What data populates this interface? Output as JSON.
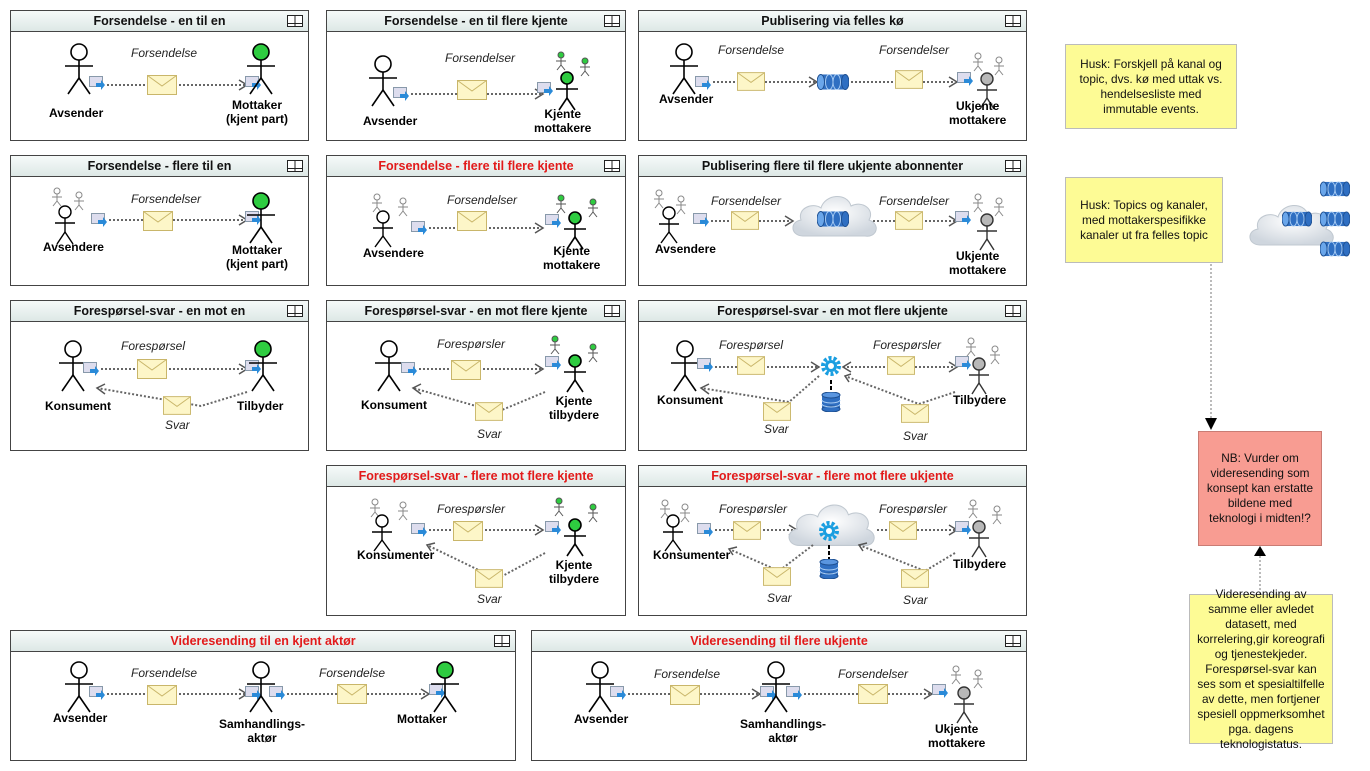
{
  "panels": [
    {
      "title": "Forsendelse - en til en",
      "labels": {
        "left": "Avsender",
        "right": "Mottaker\n(kjent part)"
      },
      "msg": "Forsendelse"
    },
    {
      "title": "Forsendelse - en til flere kjente",
      "labels": {
        "left": "Avsender",
        "right": "Kjente\nmottakere"
      },
      "msg": "Forsendelser"
    },
    {
      "title": "Publisering via felles kø",
      "labels": {
        "left": "Avsender",
        "right": "Ukjente\nmottakere"
      },
      "msg1": "Forsendelse",
      "msg2": "Forsendelser"
    },
    {
      "title": "Forsendelse - flere til en",
      "labels": {
        "left": "Avsendere",
        "right": "Mottaker\n(kjent part)"
      },
      "msg": "Forsendelser"
    },
    {
      "title": "Forsendelse - flere til flere kjente",
      "labels": {
        "left": "Avsendere",
        "right": "Kjente\nmottakere"
      },
      "msg": "Forsendelser"
    },
    {
      "title": "Publisering flere til flere ukjente abonnenter",
      "labels": {
        "left": "Avsendere",
        "right": "Ukjente\nmottakere"
      },
      "msg1": "Forsendelser",
      "msg2": "Forsendelser"
    },
    {
      "title": "Forespørsel-svar - en mot en",
      "labels": {
        "left": "Konsument",
        "right": "Tilbyder"
      },
      "req": "Forespørsel",
      "resp": "Svar"
    },
    {
      "title": "Forespørsel-svar - en mot flere kjente",
      "labels": {
        "left": "Konsument",
        "right": "Kjente\ntilbydere"
      },
      "req": "Forespørsler",
      "resp": "Svar"
    },
    {
      "title": "Forespørsel-svar - en mot flere ukjente",
      "labels": {
        "left": "Konsument",
        "right": "Tilbydere"
      },
      "req1": "Forespørsel",
      "req2": "Forespørsler",
      "resp1": "Svar",
      "resp2": "Svar"
    },
    {
      "title": "Forespørsel-svar - flere mot flere kjente",
      "labels": {
        "left": "Konsumenter",
        "right": "Kjente\ntilbydere"
      },
      "req": "Forespørsler",
      "resp": "Svar"
    },
    {
      "title": "Forespørsel-svar - flere mot flere ukjente",
      "labels": {
        "left": "Konsumenter",
        "right": "Tilbydere"
      },
      "req1": "Forespørsler",
      "req2": "Forespørsler",
      "resp1": "Svar",
      "resp2": "Svar"
    },
    {
      "title": "Videresending til en kjent aktør",
      "labels": {
        "left": "Avsender",
        "mid": "Samhandlings-\naktør",
        "right": "Mottaker"
      },
      "msg1": "Forsendelse",
      "msg2": "Forsendelse"
    },
    {
      "title": "Videresending til flere ukjente",
      "labels": {
        "left": "Avsender",
        "mid": "Samhandlings-\naktør",
        "right": "Ukjente\nmottakere"
      },
      "msg1": "Forsendelse",
      "msg2": "Forsendelser"
    }
  ],
  "notes": {
    "note1": "Husk: Forskjell på kanal og topic, dvs. kø med uttak vs. hendelsesliste med immutable events.",
    "note2": "Husk: Topics og kanaler, med mottakerspesifikke kanaler ut fra felles topic",
    "note3": "NB: Vurder om videresending som konsept kan erstatte bildene med teknologi i midten!?",
    "note4": "Videresending av samme eller avledet datasett, med korrelering,gir koreografi og tjenestekjeder. Forespørsel-svar kan ses som et spesialtilfelle av dette, men fortjener spesiell oppmerksomhet pga. dagens teknologistatus."
  },
  "colors": {
    "known": "#2ecc40",
    "unknown": "#b8b8b8",
    "queue": "#3b7fd0",
    "note_yellow": "#fdfb95",
    "note_pink": "#f89c92",
    "red_title": "#e21a1a"
  }
}
